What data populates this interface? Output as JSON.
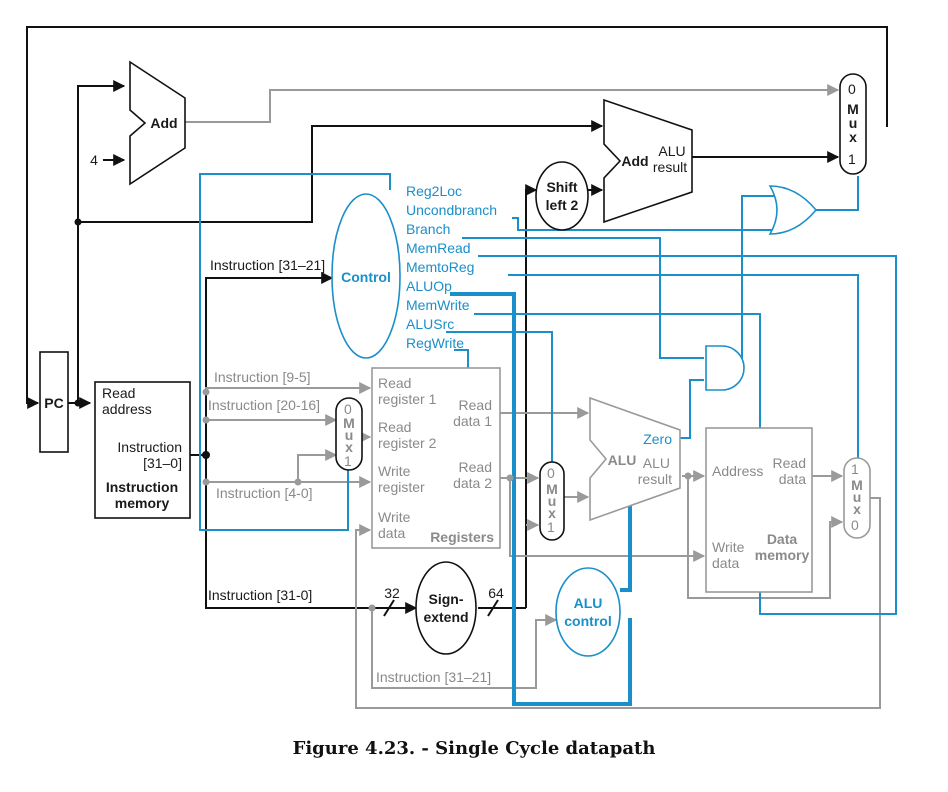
{
  "caption": "Figure 4.23. - Single Cycle datapath",
  "units": {
    "pc": "PC",
    "instruction_memory": {
      "line1": "Read",
      "line2": "address",
      "line3": "Instruction",
      "line4": "[31–0]",
      "title1": "Instruction",
      "title2": "memory"
    },
    "adder_pc": "Add",
    "const_four": "4",
    "adder_branch": {
      "op": "Add",
      "res1": "ALU",
      "res2": "result"
    },
    "shift": {
      "line1": "Shift",
      "line2": "left 2"
    },
    "control": "Control",
    "registers": {
      "rr1a": "Read",
      "rr1b": "register 1",
      "rr2a": "Read",
      "rr2b": "register 2",
      "wra": "Write",
      "wrb": "register",
      "wda": "Write",
      "wdb": "data",
      "rd1a": "Read",
      "rd1b": "data 1",
      "rd2a": "Read",
      "rd2b": "data 2",
      "title": "Registers"
    },
    "sign_extend": {
      "line1": "Sign-",
      "line2": "extend",
      "in_width": "32",
      "out_width": "64"
    },
    "alu": {
      "op": "ALU",
      "zero": "Zero",
      "res1": "ALU",
      "res2": "result"
    },
    "alu_control": {
      "line1": "ALU",
      "line2": "control"
    },
    "data_memory": {
      "addr": "Address",
      "rda": "Read",
      "rdb": "data",
      "wda": "Write",
      "wdb": "data",
      "title1": "Data",
      "title2": "memory"
    },
    "mux_letters": [
      "M",
      "u",
      "x"
    ],
    "mux_inputs": {
      "zero": "0",
      "one": "1"
    }
  },
  "control_signals": [
    "Reg2Loc",
    "Uncondbranch",
    "Branch",
    "MemRead",
    "MemtoReg",
    "ALUOp",
    "MemWrite",
    "ALUSrc",
    "RegWrite"
  ],
  "instruction_fields": {
    "ctrl": "Instruction [31–21]",
    "f9_5": "Instruction [9-5]",
    "f20_16": "Instruction [20-16]",
    "f4_0": "Instruction [4-0]",
    "f31_0": "Instruction [31-0]",
    "aluctrl": "Instruction [31–21]"
  },
  "colors": {
    "datapath": "#111111",
    "inactive": "#9a9a9a",
    "control": "#1a8fc9"
  }
}
